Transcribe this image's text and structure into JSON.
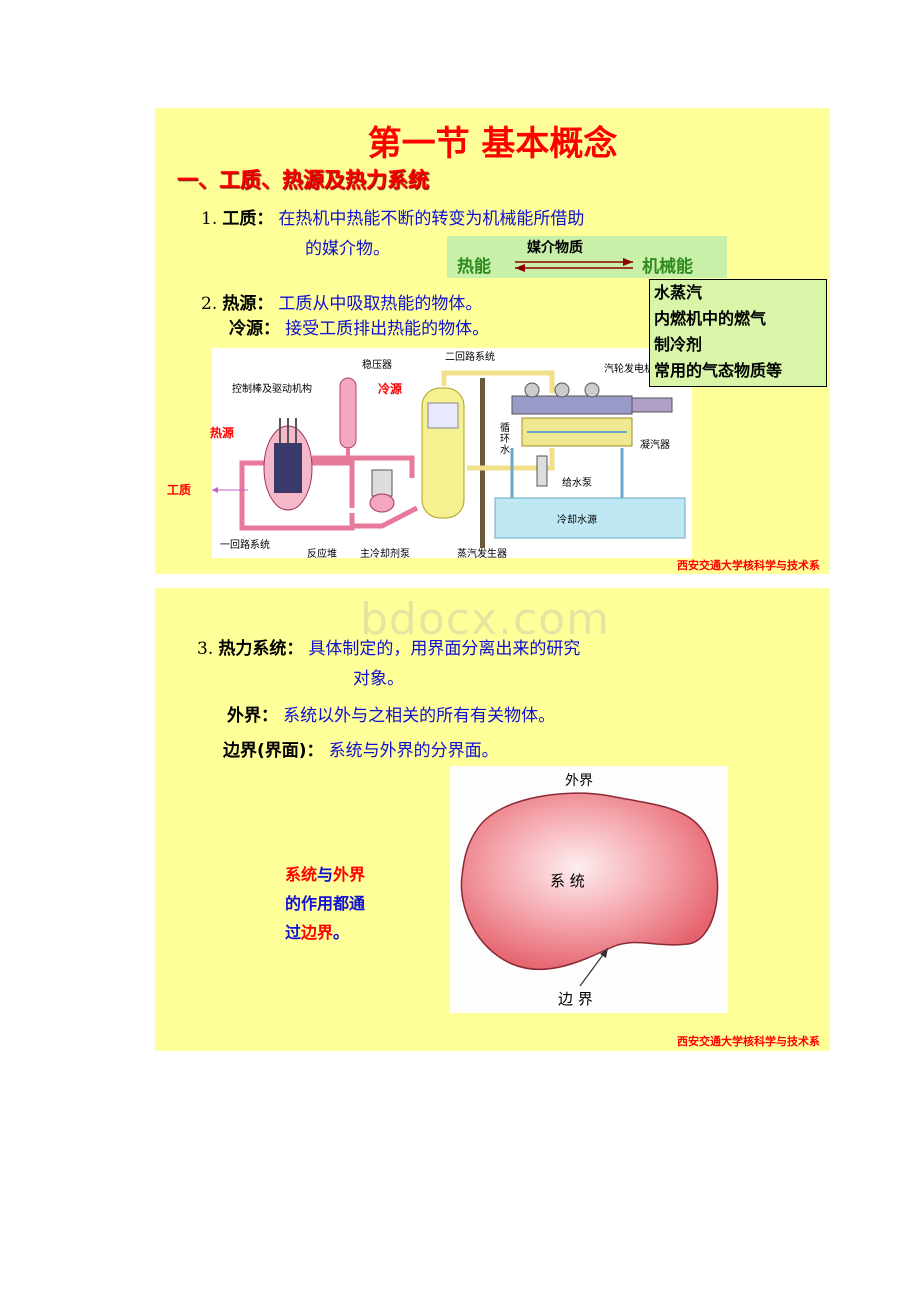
{
  "slide1": {
    "title": "第一节  基本概念",
    "section": "一、工质、热源及热力系统",
    "item1": {
      "num": "1.",
      "term": "工质：",
      "def_line1": "在热机中热能不断的转变为机械能所借助",
      "def_line2": "的媒介物。"
    },
    "energy": {
      "medium": "媒介物质",
      "from": "热能",
      "to": "机械能"
    },
    "item2": {
      "num": "2.",
      "hot_term": "热源：",
      "hot_def": "工质从中吸取热能的物体。",
      "cold_term": "冷源：",
      "cold_def": "接受工质排出热能的物体。"
    },
    "examples": [
      "水蒸汽",
      "内燃机中的燃气",
      "制冷剂",
      "常用的气态物质等"
    ],
    "diagram": {
      "labels": {
        "stabilizer": "稳压器",
        "secondary_loop": "二回路系统",
        "turbine": "汽轮发电机",
        "control_rods": "控制棒及驱动机构",
        "cold_source": "冷源",
        "hot_source": "热源",
        "working_medium": "工质",
        "circulating_water": [
          "循",
          "环",
          "水"
        ],
        "condenser": "凝汽器",
        "feed_pump": "给水泵",
        "cooling_water": "冷却水源",
        "primary_loop": "一回路系统",
        "reactor": "反应堆",
        "coolant_pump": "主冷却剂泵",
        "steam_generator": "蒸汽发生器"
      }
    },
    "credit": "西安交通大学核科学与技术系"
  },
  "slide2": {
    "watermark": "bdocx.com",
    "item3": {
      "num": "3.",
      "term": "热力系统：",
      "def_line1": "具体制定的，用界面分离出来的研究",
      "def_line2": "对象。"
    },
    "surroundings": {
      "term": "外界：",
      "def": "系统以外与之相关的所有有关物体。"
    },
    "boundary": {
      "term": "边界(界面)：",
      "def": "系统与外界的分界面。"
    },
    "note": {
      "line1_a": "系统",
      "line1_b": "与",
      "line1_c": "外界",
      "line2": "的作用都通",
      "line3_a": "过",
      "line3_b": "边界",
      "line3_c": "。"
    },
    "figure": {
      "outside": "外界",
      "system": "系     统",
      "boundary": "边 界"
    },
    "credit": "西安交通大学核科学与技术系"
  },
  "colors": {
    "slide_bg": "#ffff99",
    "title_red": "#ff0000",
    "definition_blue": "#1010d0",
    "energy_green": "#2e8b20",
    "blob_pink": "#ef7f86"
  }
}
